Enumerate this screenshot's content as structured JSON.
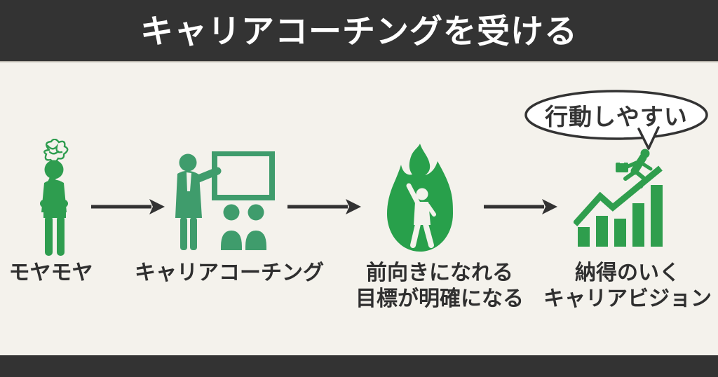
{
  "title_bar": {
    "title": "キャリアコーチングを受ける"
  },
  "speech_bubble": {
    "text": "行動しやすい"
  },
  "stages": [
    {
      "icon": "pondering-person",
      "label_lines": [
        "モヤモヤ"
      ]
    },
    {
      "icon": "coach-presenting",
      "label_lines": [
        "キャリアコーチング"
      ]
    },
    {
      "icon": "motivation-flame",
      "label_lines": [
        "前向きになれる",
        "目標が明確になる"
      ]
    },
    {
      "icon": "rising-growth-chart",
      "label_lines": [
        "納得のいく",
        "キャリアビジョン"
      ]
    }
  ],
  "icons": {
    "arrows_between_stages": "right-arrow",
    "stage4_callout": "speech-bubble"
  },
  "colors": {
    "bar_dark": "#333333",
    "background_cream": "#f4f2ec",
    "green_primary": "#2e9d4f",
    "green_secondary": "#3f9c6c",
    "flame_green": "#28a04b",
    "chart_green": "#2f9e4d",
    "text_dark": "#2f2f2f",
    "bubble_fill": "#ffffff"
  }
}
